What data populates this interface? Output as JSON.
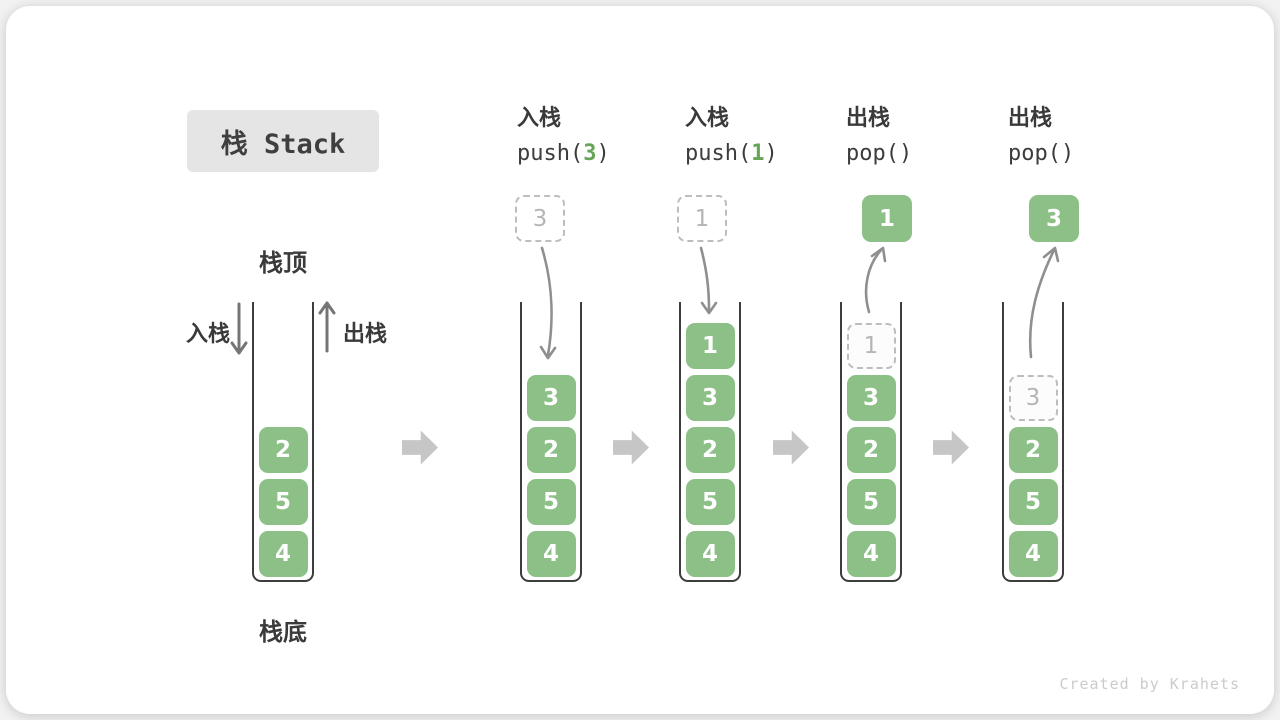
{
  "title": {
    "label": "栈 Stack"
  },
  "colors": {
    "green": "#8CC087",
    "green_arg": "#67A457",
    "dark_text": "#3a3a3a",
    "ghost_border": "#bdbdbd",
    "ghost_text": "#b5b5b5",
    "badge_bg": "#e5e5e5",
    "curve_arrow": "#8f8f8f",
    "block_arrow": "#c6c6c6",
    "watermark": "#cbcbcb"
  },
  "legend": {
    "top_label": "栈顶",
    "bottom_label": "栈底",
    "push_label": "入栈",
    "pop_label": "出栈"
  },
  "steps": [
    {
      "op": "入栈",
      "code_pre": "push(",
      "code_arg": "3",
      "code_post": ")",
      "float_value": "3",
      "float_style": "dashed"
    },
    {
      "op": "入栈",
      "code_pre": "push(",
      "code_arg": "1",
      "code_post": ")",
      "float_value": "1",
      "float_style": "dashed"
    },
    {
      "op": "出栈",
      "code_pre": "pop()",
      "code_arg": "",
      "code_post": "",
      "float_value": "1",
      "float_style": "solid"
    },
    {
      "op": "出栈",
      "code_pre": "pop()",
      "code_arg": "",
      "code_post": "",
      "float_value": "3",
      "float_style": "solid"
    }
  ],
  "stacks": {
    "s1": {
      "cells": [
        {
          "value": "2",
          "ghost": false
        },
        {
          "value": "5",
          "ghost": false
        },
        {
          "value": "4",
          "ghost": false
        }
      ]
    },
    "s2": {
      "cells": [
        {
          "value": "3",
          "ghost": false
        },
        {
          "value": "2",
          "ghost": false
        },
        {
          "value": "5",
          "ghost": false
        },
        {
          "value": "4",
          "ghost": false
        }
      ]
    },
    "s3": {
      "cells": [
        {
          "value": "1",
          "ghost": false
        },
        {
          "value": "3",
          "ghost": false
        },
        {
          "value": "2",
          "ghost": false
        },
        {
          "value": "5",
          "ghost": false
        },
        {
          "value": "4",
          "ghost": false
        }
      ]
    },
    "s4": {
      "cells": [
        {
          "value": "1",
          "ghost": true
        },
        {
          "value": "3",
          "ghost": false
        },
        {
          "value": "2",
          "ghost": false
        },
        {
          "value": "5",
          "ghost": false
        },
        {
          "value": "4",
          "ghost": false
        }
      ]
    },
    "s5": {
      "cells": [
        {
          "value": "3",
          "ghost": true
        },
        {
          "value": "2",
          "ghost": false
        },
        {
          "value": "5",
          "ghost": false
        },
        {
          "value": "4",
          "ghost": false
        }
      ]
    }
  },
  "watermark": "Created by Krahets"
}
